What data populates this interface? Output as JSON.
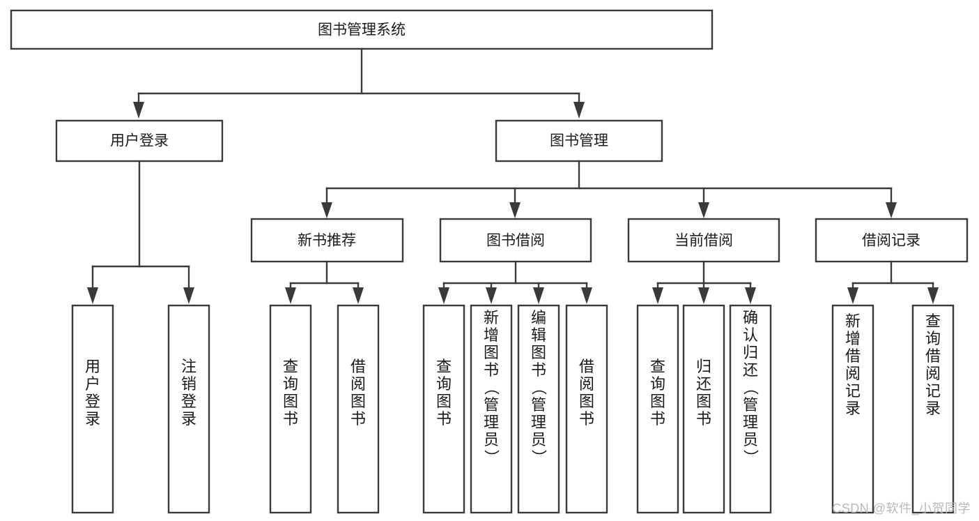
{
  "diagram": {
    "type": "tree-hierarchy",
    "title": "图书管理系统",
    "orientation": "top-down",
    "colors": {
      "box_stroke": "#3a3a3a",
      "box_fill": "#ffffff",
      "connector": "#3a3a3a",
      "text": "#1a1a1a",
      "watermark": "#b9b9b9",
      "background": "#ffffff"
    },
    "root": {
      "label": "图书管理系统"
    },
    "level2": [
      {
        "label": "用户登录"
      },
      {
        "label": "图书管理"
      }
    ],
    "level3": [
      {
        "label": "新书推荐"
      },
      {
        "label": "图书借阅"
      },
      {
        "label": "当前借阅"
      },
      {
        "label": "借阅记录"
      }
    ],
    "leaves": {
      "user_login": [
        {
          "label": "用户登录"
        },
        {
          "label": "注销登录"
        }
      ],
      "new_book_recommend": [
        {
          "label": "查询图书"
        },
        {
          "label": "借阅图书"
        }
      ],
      "book_borrow": [
        {
          "label": "查询图书"
        },
        {
          "label": "新增图书（管理员）"
        },
        {
          "label": "编辑图书（管理员）"
        },
        {
          "label": "借阅图书"
        }
      ],
      "current_borrow": [
        {
          "label": "查询图书"
        },
        {
          "label": "归还图书"
        },
        {
          "label": "确认归还（管理员）"
        }
      ],
      "borrow_record": [
        {
          "label": "新增借阅记录"
        },
        {
          "label": "查询借阅记录"
        }
      ]
    }
  },
  "watermark": {
    "text": "CSDN @软件_小贺同学"
  }
}
